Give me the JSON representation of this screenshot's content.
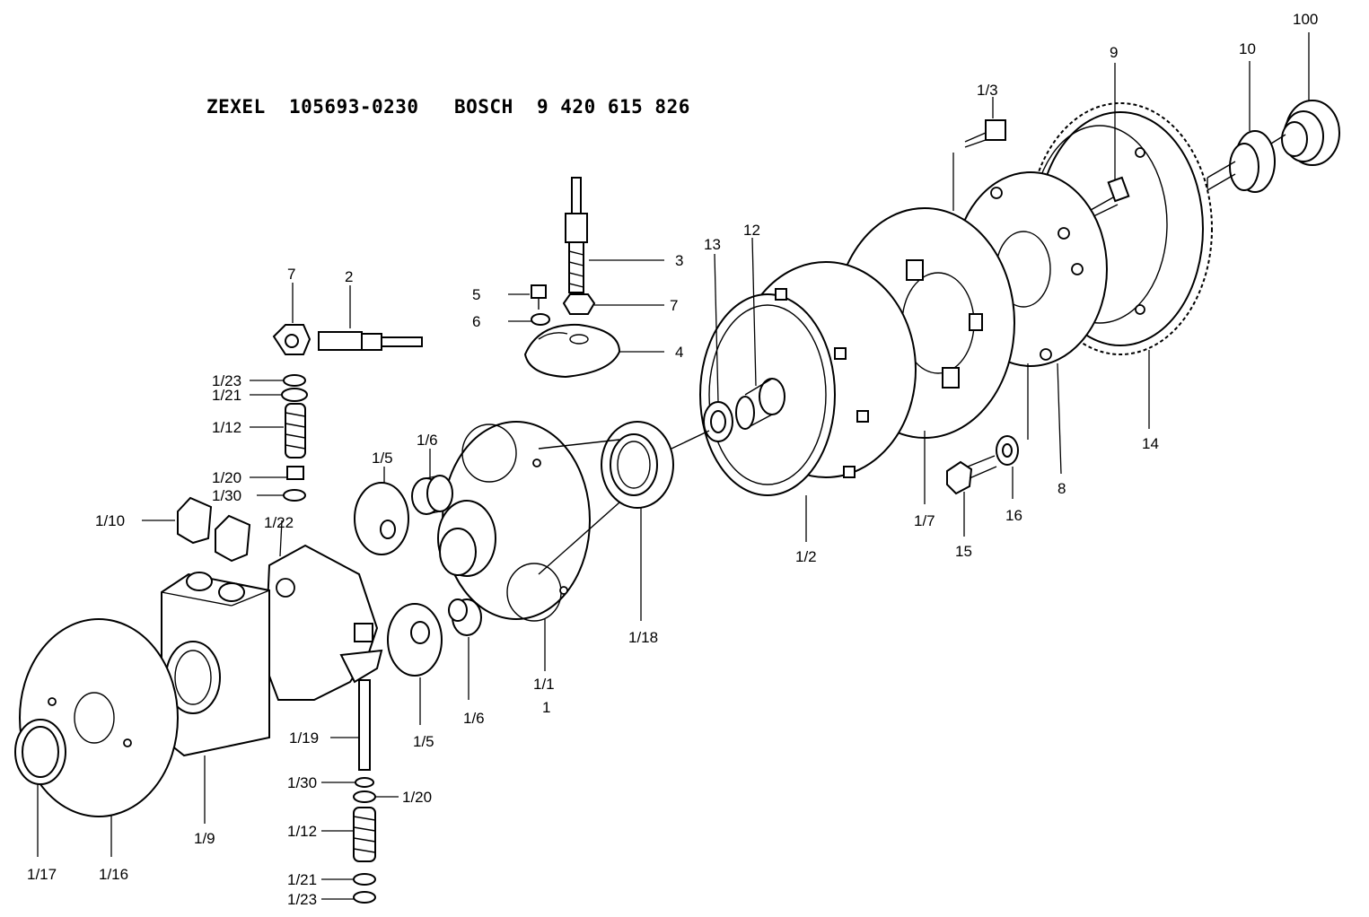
{
  "header": {
    "title": "ZEXEL  105693-0230   BOSCH  9 420 615 826"
  },
  "callouts": [
    {
      "id": "c-100",
      "text": "100"
    },
    {
      "id": "c-10",
      "text": "10"
    },
    {
      "id": "c-9",
      "text": "9"
    },
    {
      "id": "c-1-3",
      "text": "1/3"
    },
    {
      "id": "c-3",
      "text": "3"
    },
    {
      "id": "c-7a",
      "text": "7"
    },
    {
      "id": "c-4",
      "text": "4"
    },
    {
      "id": "c-5",
      "text": "5"
    },
    {
      "id": "c-6",
      "text": "6"
    },
    {
      "id": "c-13",
      "text": "13"
    },
    {
      "id": "c-12",
      "text": "12"
    },
    {
      "id": "c-7b",
      "text": "7"
    },
    {
      "id": "c-2",
      "text": "2"
    },
    {
      "id": "c-1-23a",
      "text": "1/23"
    },
    {
      "id": "c-1-21a",
      "text": "1/21"
    },
    {
      "id": "c-1-12a",
      "text": "1/12"
    },
    {
      "id": "c-1-20a",
      "text": "1/20"
    },
    {
      "id": "c-1-30a",
      "text": "1/30"
    },
    {
      "id": "c-1-10",
      "text": "1/10"
    },
    {
      "id": "c-1-22",
      "text": "1/22"
    },
    {
      "id": "c-1-5a",
      "text": "1/5"
    },
    {
      "id": "c-1-6a",
      "text": "1/6"
    },
    {
      "id": "c-14",
      "text": "14"
    },
    {
      "id": "c-8",
      "text": "8"
    },
    {
      "id": "c-16",
      "text": "16"
    },
    {
      "id": "c-15",
      "text": "15"
    },
    {
      "id": "c-1-7",
      "text": "1/7"
    },
    {
      "id": "c-1-2",
      "text": "1/2"
    },
    {
      "id": "c-1-18",
      "text": "1/18"
    },
    {
      "id": "c-1-1",
      "text": "1/1"
    },
    {
      "id": "c-1",
      "text": "1"
    },
    {
      "id": "c-1-6b",
      "text": "1/6"
    },
    {
      "id": "c-1-5b",
      "text": "1/5"
    },
    {
      "id": "c-1-19",
      "text": "1/19"
    },
    {
      "id": "c-1-30b",
      "text": "1/30"
    },
    {
      "id": "c-1-20b",
      "text": "1/20"
    },
    {
      "id": "c-1-12b",
      "text": "1/12"
    },
    {
      "id": "c-1-21b",
      "text": "1/21"
    },
    {
      "id": "c-1-23b",
      "text": "1/23"
    },
    {
      "id": "c-1-9",
      "text": "1/9"
    },
    {
      "id": "c-1-16",
      "text": "1/16"
    },
    {
      "id": "c-1-17",
      "text": "1/17"
    }
  ]
}
